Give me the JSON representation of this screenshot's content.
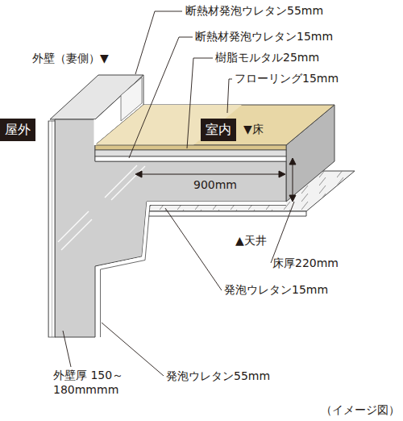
{
  "diagram": {
    "caption": "（イメージ図）",
    "nodes": [
      {
        "text": [
          "屋外"
        ]
      },
      {
        "text": [
          "室内"
        ]
      }
    ],
    "labels": [
      "断熱材発泡ウレタン55mm",
      "外壁（妻側）▼",
      "断熱材発泡ウレタン15mm",
      "樹脂モルタル25mm",
      "フローリング15mm",
      "▼床",
      "900mm",
      "▲天井",
      "床厚220mm",
      "発泡ウレタン15mm",
      "外壁厚 150～180mmmm",
      "発泡ウレタン55mm"
    ]
  }
}
